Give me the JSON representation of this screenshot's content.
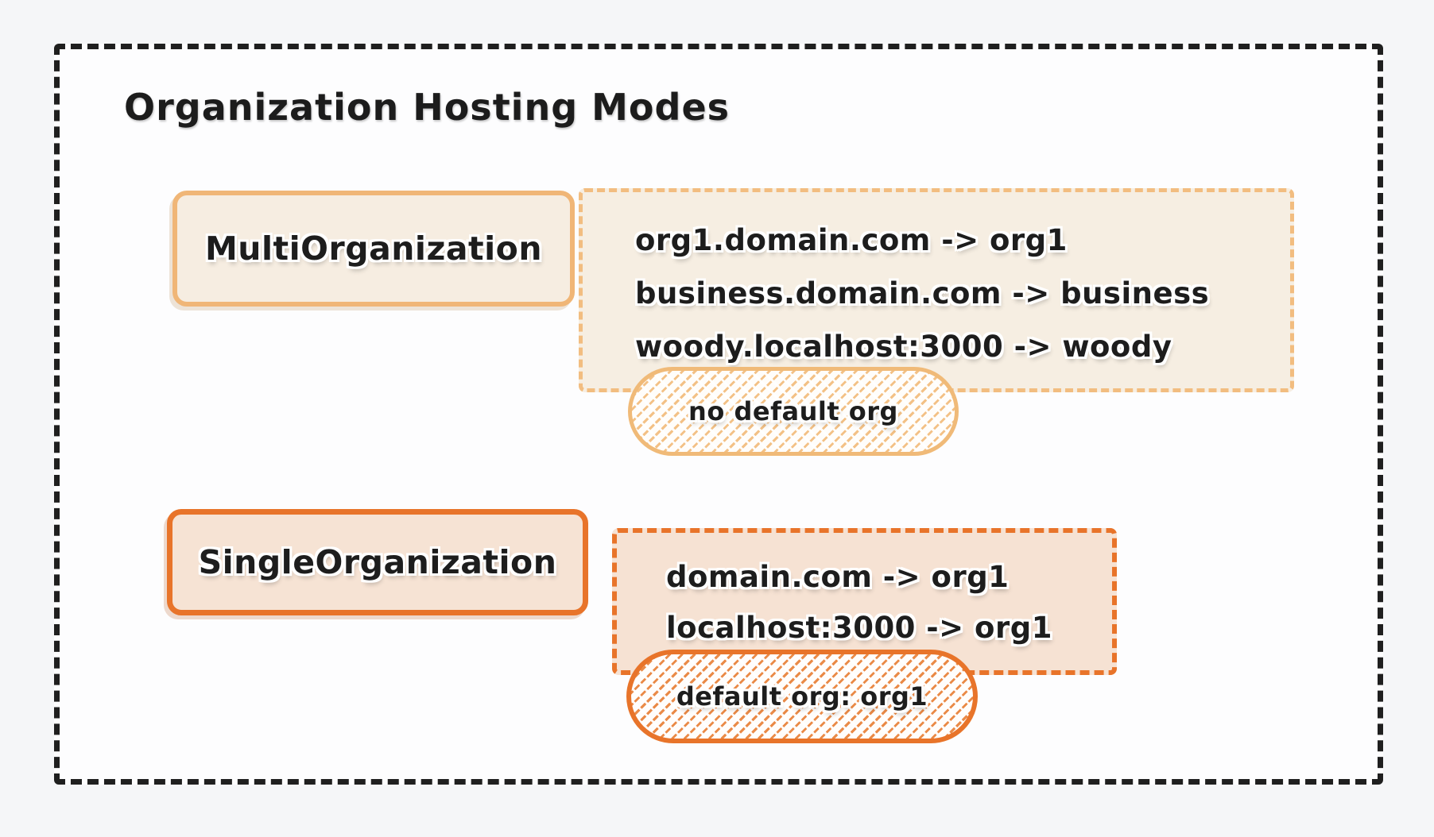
{
  "page": {
    "title": "Organization Hosting Modes"
  },
  "colors": {
    "canvas_background": "#f5f6f8",
    "frame_background": "#fdfdfe",
    "frame_border": "#1f1f1f",
    "text": "#1d1d1d",
    "multi_accent": "#f0b677",
    "multi_fill": "#f6ede1",
    "single_accent": "#e8742a",
    "single_fill": "#f6e3d4"
  },
  "modes": [
    {
      "label": "MultiOrganization",
      "mappings": [
        "org1.domain.com -> org1",
        "business.domain.com -> business",
        "woody.localhost:3000 -> woody"
      ],
      "badge": "no default org"
    },
    {
      "label": "SingleOrganization",
      "mappings": [
        "domain.com -> org1",
        "localhost:3000 -> org1"
      ],
      "badge": "default org: org1"
    }
  ]
}
